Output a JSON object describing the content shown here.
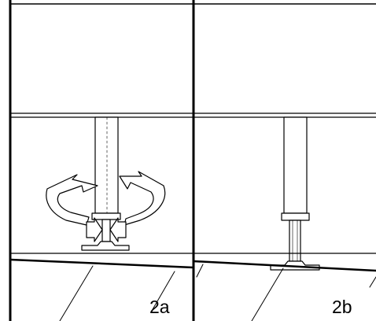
{
  "panels": [
    {
      "id": "a",
      "label": "2a"
    },
    {
      "id": "b",
      "label": "2b"
    }
  ],
  "colors": {
    "line": "#000000",
    "background": "#ffffff"
  },
  "icons": {
    "rotation": "circular-rotation-arrows-icon",
    "squeeze": "inward-pointing-arrows-icon"
  }
}
